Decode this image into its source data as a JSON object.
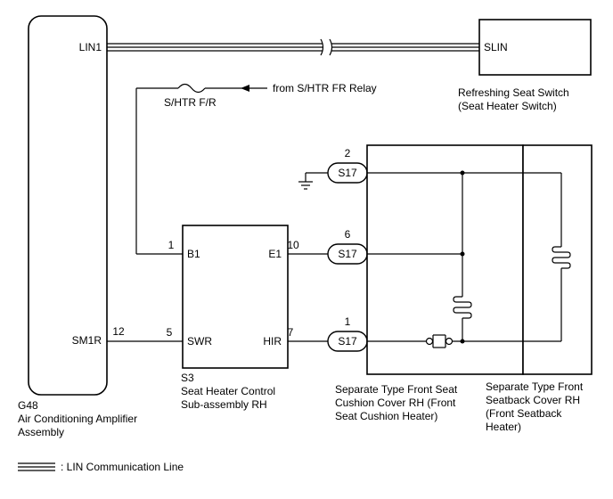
{
  "amplifier": {
    "code": "G48",
    "name_line1": "Air Conditioning Amplifier",
    "name_line2": "Assembly",
    "pin_lin1": "LIN1",
    "pin_sm1r": "SM1R",
    "pin_sm1r_num": "12"
  },
  "switch": {
    "pin_slin": "SLIN",
    "name_line1": "Refreshing Seat Switch",
    "name_line2": "(Seat Heater Switch)"
  },
  "fuse": {
    "label": "S/HTR F/R",
    "source": "from S/HTR FR Relay"
  },
  "controller": {
    "code": "S3",
    "name_line1": "Seat Heater Control",
    "name_line2": "Sub-assembly RH",
    "pin_b1": "B1",
    "pin_b1_num": "1",
    "pin_swr": "SWR",
    "pin_swr_num": "5",
    "pin_e1": "E1",
    "pin_e1_num": "10",
    "pin_hir": "HIR",
    "pin_hir_num": "7"
  },
  "connectors": [
    {
      "name": "S17",
      "pin": "2"
    },
    {
      "name": "S17",
      "pin": "6"
    },
    {
      "name": "S17",
      "pin": "1"
    }
  ],
  "cushion": {
    "line1": "Separate Type Front Seat",
    "line2": "Cushion Cover RH (Front",
    "line3": "Seat Cushion Heater)"
  },
  "seatback": {
    "line1": "Separate Type Front",
    "line2": "Seatback Cover RH",
    "line3": "(Front Seatback",
    "line4": "Heater)"
  },
  "legend": {
    "label": ": LIN Communication Line"
  }
}
